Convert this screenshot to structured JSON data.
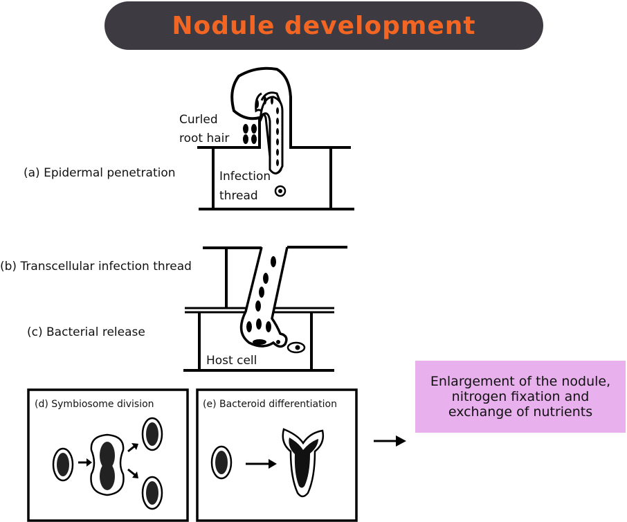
{
  "title": "Nodule development",
  "labels": {
    "curled_root_hair_1": "Curled",
    "curled_root_hair_2": "root hair",
    "epidermal": "(a) Epidermal penetration",
    "infection_thread_1": "Infection",
    "infection_thread_2": "thread",
    "transcellular": "(b) Transcellular infection thread",
    "bacterial_release": "(c) Bacterial release",
    "host_cell": "Host cell",
    "symbiosome": "(d) Symbiosome division",
    "bacteroid": "(e) Bacteroid differentiation"
  },
  "outcome": "Enlargement of the nodule, nitrogen fixation and exchange of nutrients",
  "colors": {
    "title_bg": "#3d3b41",
    "title_text": "#f26522",
    "outcome_bg": "#e8b0ec"
  }
}
